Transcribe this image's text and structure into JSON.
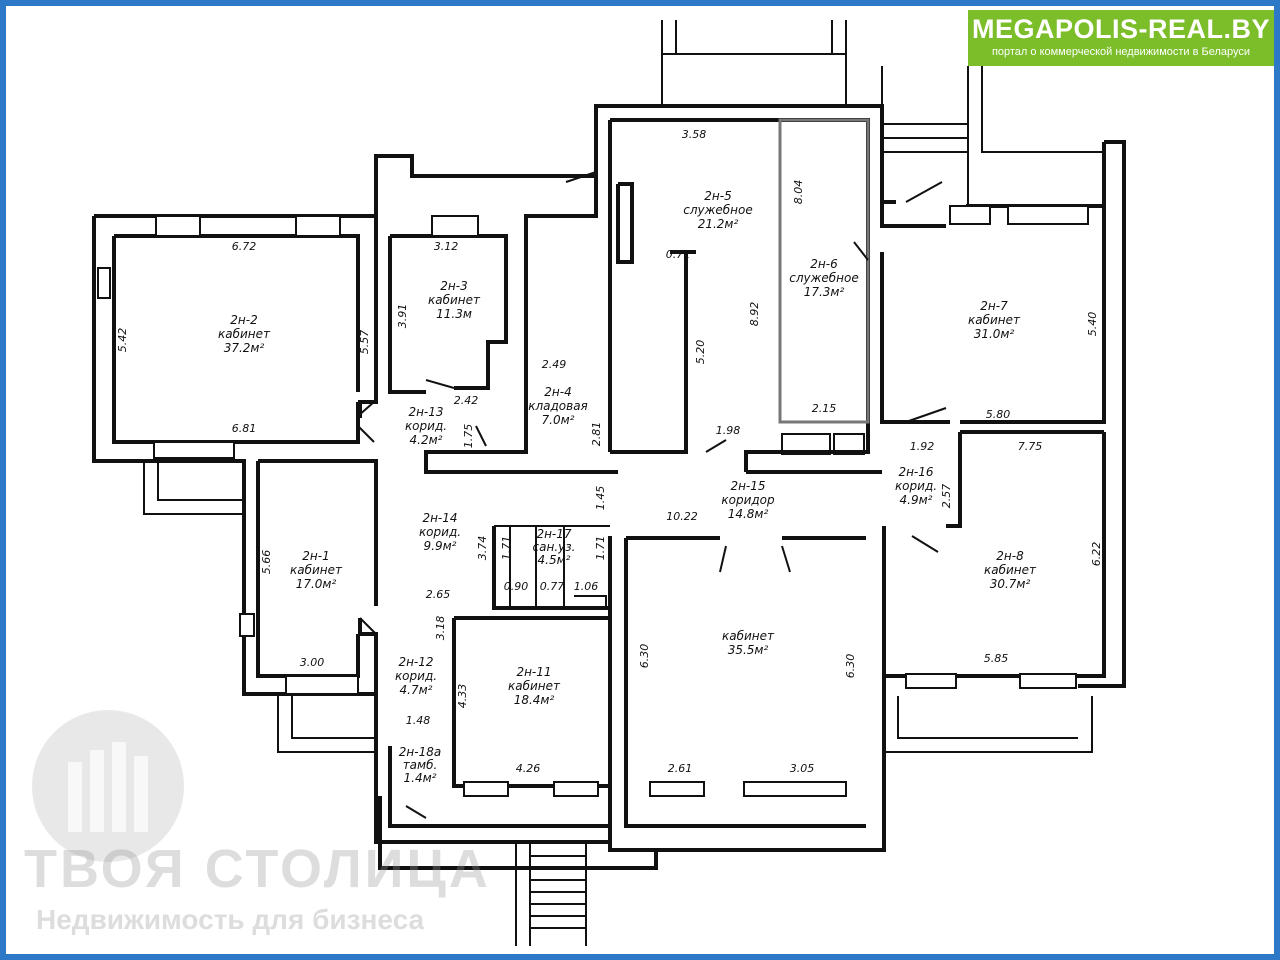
{
  "banner": {
    "title": "MEGAPOLIS-REAL.BY",
    "subtitle": "портал о коммерческой недвижимости в Беларуси"
  },
  "watermark": {
    "title": "ТВОЯ СТОЛИЦА",
    "subtitle": "Недвижимость для бизнеса"
  },
  "rooms": [
    {
      "id": "2н-2",
      "name": "кабинет",
      "area": "37.2м²"
    },
    {
      "id": "2н-3",
      "name": "кабинет",
      "area": "11.3м"
    },
    {
      "id": "2н-4",
      "name": "кладовая",
      "area": "7.0м²"
    },
    {
      "id": "2н-5",
      "name": "служебное",
      "area": "21.2м²"
    },
    {
      "id": "2н-6",
      "name": "служебное",
      "area": "17.3м²"
    },
    {
      "id": "2н-7",
      "name": "кабинет",
      "area": "31.0м²"
    },
    {
      "id": "2н-13",
      "name": "корид.",
      "area": "4.2м²"
    },
    {
      "id": "2н-1",
      "name": "кабинет",
      "area": "17.0м²"
    },
    {
      "id": "2н-14",
      "name": "корид.",
      "area": "9.9м²"
    },
    {
      "id": "2н-15",
      "name": "коридор",
      "area": "14.8м²"
    },
    {
      "id": "2н-16",
      "name": "корид.",
      "area": "4.9м²"
    },
    {
      "id": "2н-17",
      "name": "сан.уз.",
      "area": "4.5м²"
    },
    {
      "id": "2н-8",
      "name": "кабинет",
      "area": "30.7м²"
    },
    {
      "id": "",
      "name": "кабинет",
      "area": "35.5м²"
    },
    {
      "id": "2н-11",
      "name": "кабинет",
      "area": "18.4м²"
    },
    {
      "id": "2н-12",
      "name": "корид.",
      "area": "4.7м²"
    },
    {
      "id": "2н-18а",
      "name": "тамб.",
      "area": "1.4м²"
    }
  ],
  "dimensions": [
    "6.72",
    "5.42",
    "5.57",
    "6.81",
    "3.12",
    "3.91",
    "2.49",
    "2.42",
    "1.75",
    "2.81",
    "3.58",
    "0.71",
    "5.20",
    "8.92",
    "1.98",
    "8.04",
    "2.15",
    "5.40",
    "5.80",
    "1.92",
    "7.75",
    "2.57",
    "6.22",
    "5.85",
    "1.45",
    "10.22",
    "3.74",
    "1.71",
    "1.71",
    "0.90",
    "0.77",
    "1.06",
    "5.66",
    "3.00",
    "2.65",
    "3.18",
    "4.33",
    "4.26",
    "1.48",
    "6.30",
    "6.30",
    "2.61",
    "3.05"
  ]
}
